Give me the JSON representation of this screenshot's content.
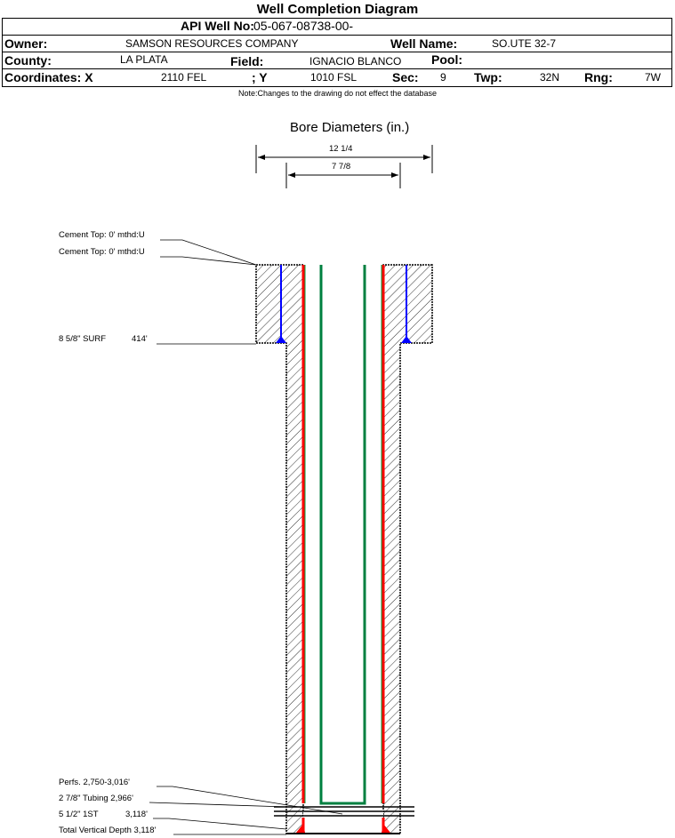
{
  "title": "Well Completion Diagram",
  "header": {
    "api_label": "API Well No:",
    "api_value": "05-067-08738-00-",
    "owner_label": "Owner:",
    "owner_value": "SAMSON RESOURCES COMPANY",
    "well_name_label": "Well Name:",
    "well_name_value": "SO.UTE 32-7",
    "county_label": "County:",
    "county_value": "LA PLATA",
    "field_label": "Field:",
    "field_value": "IGNACIO BLANCO",
    "pool_label": "Pool:",
    "coord_x_label": "Coordinates: X",
    "coord_x_value": "2110 FEL",
    "coord_y_label": "; Y",
    "coord_y_value": "1010 FSL",
    "sec_label": "Sec:",
    "sec_value": "9",
    "twp_label": "Twp:",
    "twp_value": "32N",
    "rng_label": "Rng:",
    "rng_value": "7W"
  },
  "note": "Note:Changes to the drawing do not effect the database",
  "diagram": {
    "bore_title": "Bore Diameters (in.)",
    "bore_outer": "12 1/4",
    "bore_inner": "7 7/8",
    "labels": {
      "cement_top_1": "Cement Top: 0' mthd:U",
      "cement_top_2": "Cement Top: 0' mthd:U",
      "surf_casing": "8 5/8\" SURF",
      "surf_depth": "414'",
      "perfs": "Perfs. 2,750-3,016'",
      "tubing": "2 7/8\" Tubing 2,966'",
      "prod_casing": "5 1/2\" 1ST",
      "prod_depth": "3,118'",
      "tvd": "Total Vertical Depth 3,118'"
    },
    "colors": {
      "casing": "#ff0000",
      "tubing": "#008040",
      "cement": "#0000ff",
      "edge": "#00a040"
    }
  }
}
